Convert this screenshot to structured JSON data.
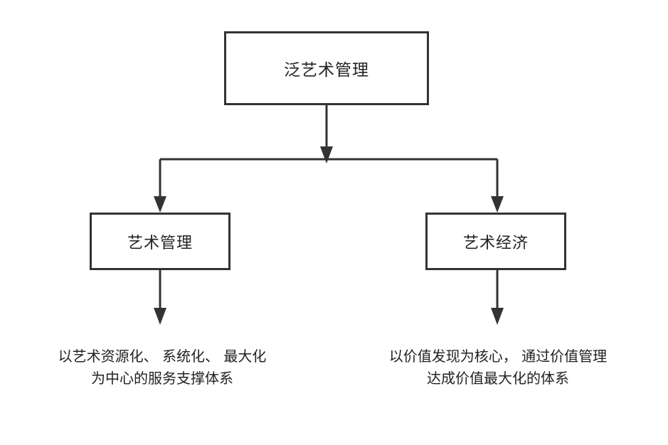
{
  "root": {
    "label": "泛艺术管理"
  },
  "left": {
    "label": "艺术管理",
    "description_line1": "以艺术资源化、 系统化、 最大化",
    "description_line2": "为中心的服务支撑体系"
  },
  "right": {
    "label": "艺术经济",
    "description_line1": "以价值发现为核心， 通过价值管理",
    "description_line2": "达成价值最大化的体系"
  },
  "colors": {
    "stroke": "#333333",
    "text": "#222222",
    "background": "#ffffff"
  }
}
